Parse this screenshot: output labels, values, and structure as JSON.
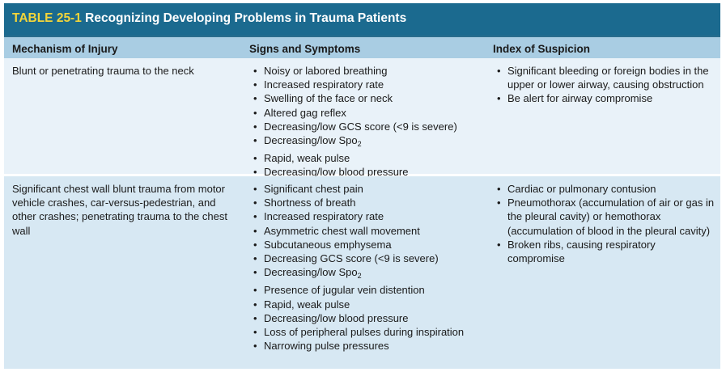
{
  "table": {
    "number": "TABLE 25-1",
    "title": "Recognizing Developing Problems in Trauma Patients",
    "headers": [
      "Mechanism of Injury",
      "Signs and Symptoms",
      "Index of Suspicion"
    ]
  },
  "rows": [
    {
      "mechanism": "Blunt or penetrating trauma to the neck",
      "signs": [
        "Noisy or labored breathing",
        "Increased respiratory rate",
        "Swelling of the face or neck",
        "Altered gag reflex",
        "Decreasing/low GCS score (<9 is severe)",
        "Decreasing/low Spo",
        "Rapid, weak pulse",
        "Decreasing/low blood pressure"
      ],
      "suspicion": [
        "Significant bleeding or foreign bodies in the upper or lower airway, causing obstruction",
        "Be alert for airway compromise"
      ]
    },
    {
      "mechanism": "Significant chest wall blunt trauma from motor vehicle crashes, car-versus-pedestrian, and other crashes; penetrating trauma to the chest wall",
      "signs": [
        "Significant chest pain",
        "Shortness of breath",
        "Increased respiratory rate",
        "Asymmetric chest wall movement",
        "Subcutaneous emphysema",
        "Decreasing GCS score (<9 is severe)",
        "Decreasing/low Spo",
        "Presence of jugular vein distention",
        "Rapid, weak pulse",
        "Decreasing/low blood pressure",
        "Loss of peripheral pulses during inspiration",
        "Narrowing pulse pressures"
      ],
      "suspicion": [
        "Cardiac or pulmonary contusion",
        "Pneumothorax (accumulation of air or gas in the pleural cavity) or hemothorax (accumulation of blood in the pleural cavity)",
        "Broken ribs, causing respiratory compromise"
      ]
    }
  ],
  "subscript": "2",
  "colors": {
    "title_bg": "#1b6a8f",
    "title_number": "#f3d53a",
    "header_bg": "#a9cde3",
    "row1_bg": "#e9f2f9",
    "row2_bg": "#d7e8f3"
  }
}
